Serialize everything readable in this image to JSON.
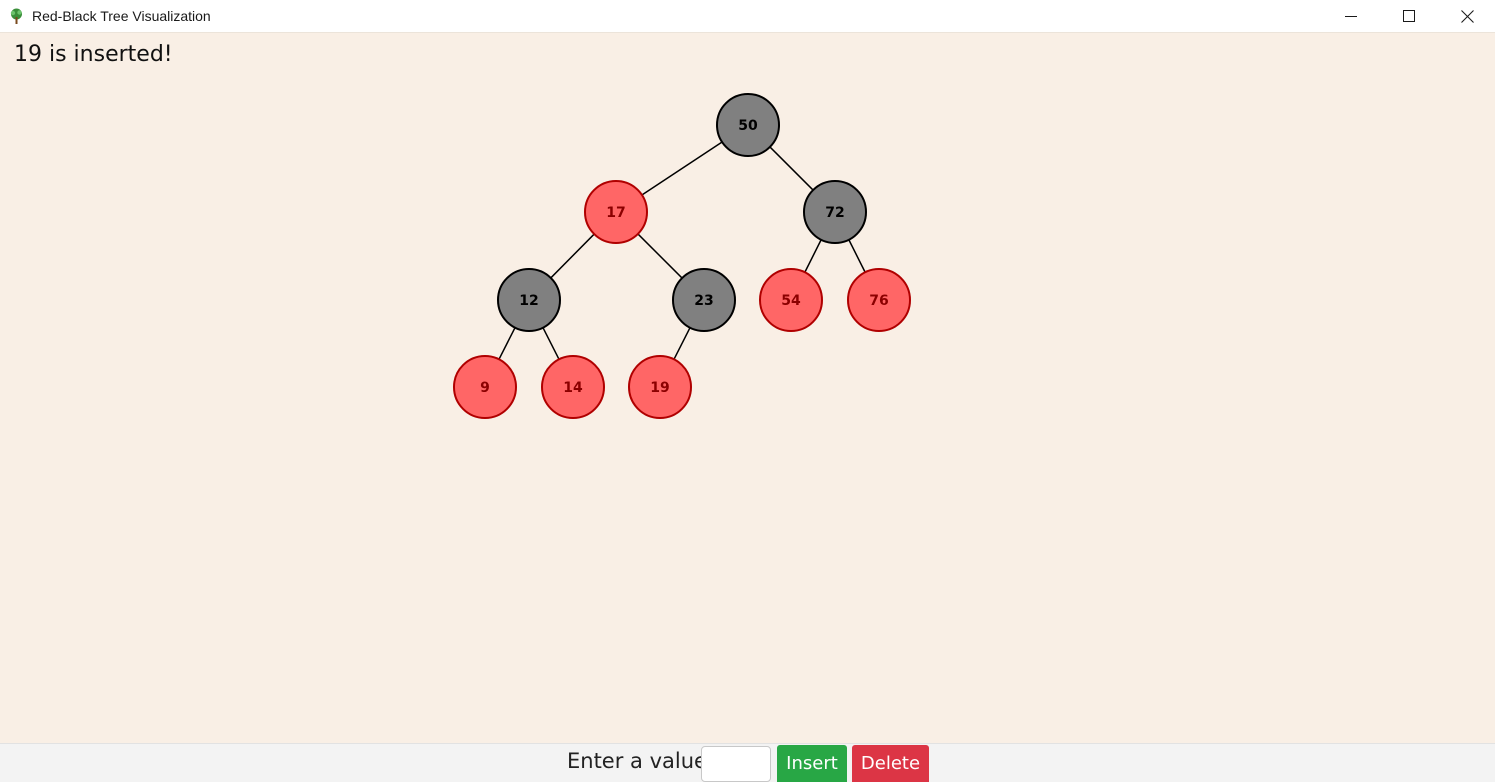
{
  "window": {
    "title": "Red-Black Tree Visualization",
    "minimize_icon": "minimize-icon",
    "maximize_icon": "maximize-icon",
    "close_icon": "close-icon",
    "app_icon": "tree-icon"
  },
  "status": {
    "message": "19 is inserted!"
  },
  "colors": {
    "background": "#f9efe5",
    "black_node_fill": "#808080",
    "black_node_stroke": "#000000",
    "red_node_fill": "#ff6666",
    "red_node_stroke": "#b00000",
    "red_node_text": "#8b0000",
    "insert_button": "#28a745",
    "delete_button": "#dc3545"
  },
  "tree": {
    "nodes": [
      {
        "id": "n50",
        "value": "50",
        "color": "black"
      },
      {
        "id": "n17",
        "value": "17",
        "color": "red"
      },
      {
        "id": "n72",
        "value": "72",
        "color": "black"
      },
      {
        "id": "n12",
        "value": "12",
        "color": "black"
      },
      {
        "id": "n23",
        "value": "23",
        "color": "black"
      },
      {
        "id": "n54",
        "value": "54",
        "color": "red"
      },
      {
        "id": "n76",
        "value": "76",
        "color": "red"
      },
      {
        "id": "n9",
        "value": "9",
        "color": "red"
      },
      {
        "id": "n14",
        "value": "14",
        "color": "red"
      },
      {
        "id": "n19",
        "value": "19",
        "color": "red"
      }
    ],
    "edges": [
      [
        "n50",
        "n17"
      ],
      [
        "n50",
        "n72"
      ],
      [
        "n17",
        "n12"
      ],
      [
        "n17",
        "n23"
      ],
      [
        "n72",
        "n54"
      ],
      [
        "n72",
        "n76"
      ],
      [
        "n12",
        "n9"
      ],
      [
        "n12",
        "n14"
      ],
      [
        "n23",
        "n19"
      ]
    ]
  },
  "controls": {
    "enter_label": "Enter a value",
    "input_value": "",
    "input_placeholder": "",
    "insert_label": "Insert",
    "delete_label": "Delete"
  }
}
